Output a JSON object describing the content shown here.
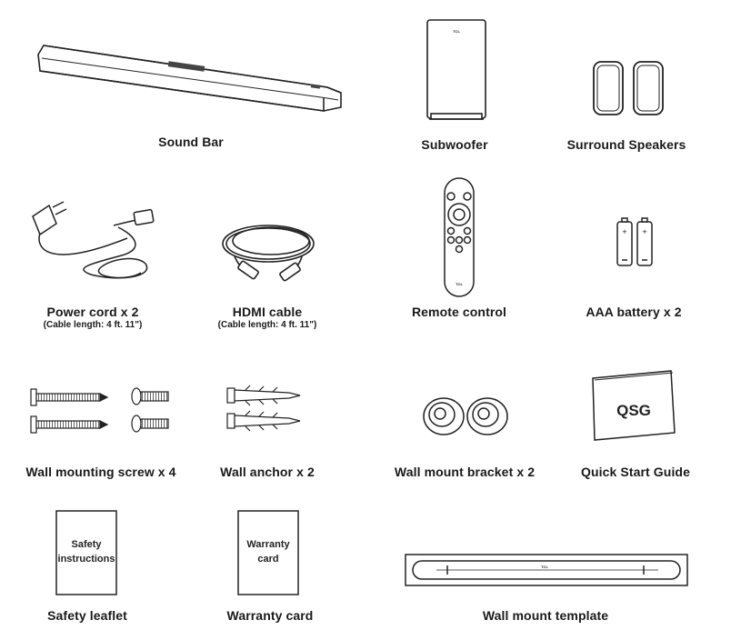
{
  "items": {
    "sound_bar": {
      "label": "Sound Bar"
    },
    "subwoofer": {
      "label": "Subwoofer",
      "logo": "TCL"
    },
    "surround": {
      "label": "Surround Speakers"
    },
    "power_cord": {
      "label": "Power cord x 2",
      "note": "(Cable length: 4 ft. 11\")"
    },
    "hdmi": {
      "label": "HDMI cable",
      "note": "(Cable length: 4 ft. 11\")"
    },
    "remote": {
      "label": "Remote control",
      "logo": "TCL"
    },
    "battery": {
      "label": "AAA battery x 2"
    },
    "screw": {
      "label": "Wall mounting screw x 4"
    },
    "anchor": {
      "label": "Wall anchor x 2"
    },
    "bracket": {
      "label": "Wall mount bracket x 2"
    },
    "qsg": {
      "label": "Quick Start Guide",
      "cover": "QSG"
    },
    "safety": {
      "label": "Safety leaflet",
      "line1": "Safety",
      "line2": "instructions"
    },
    "warranty": {
      "label": "Warranty card",
      "line1": "Warranty",
      "line2": "card"
    },
    "template": {
      "label": "Wall mount template",
      "logo": "TCL"
    }
  }
}
